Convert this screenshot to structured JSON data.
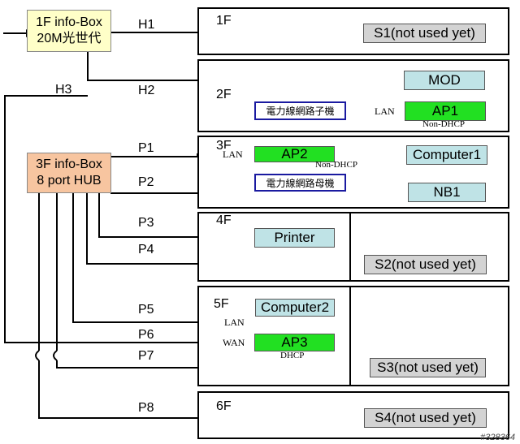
{
  "floors": {
    "f1": "1F",
    "f2": "2F",
    "f3": "3F",
    "f4": "4F",
    "f5": "5F",
    "f6": "6F"
  },
  "boxes": {
    "info_box_1f_line1": "1F info-Box",
    "info_box_1f_line2": "20M光世代",
    "info_box_3f_line1": "3F info-Box",
    "info_box_3f_line2": "8 port HUB"
  },
  "devices": {
    "s1": "S1(not used yet)",
    "mod": "MOD",
    "ap1": "AP1",
    "ap2": "AP2",
    "ap3": "AP3",
    "computer1": "Computer1",
    "computer2": "Computer2",
    "nb1": "NB1",
    "printer": "Printer",
    "s2": "S2(not used yet)",
    "s3": "S3(not used yet)",
    "s4": "S4(not used yet)",
    "plc_child": "電力線網路子機",
    "plc_parent": "電力線網路母機"
  },
  "ports": {
    "h1": "H1",
    "h2": "H2",
    "h3": "H3",
    "p1": "P1",
    "p2": "P2",
    "p3": "P3",
    "p4": "P4",
    "p5": "P5",
    "p6": "P6",
    "p7": "P7",
    "p8": "P8"
  },
  "tags": {
    "lan_2f": "LAN",
    "non_dhcp_ap1": "Non-DHCP",
    "lan_3f": "LAN",
    "non_dhcp_ap2": "Non-DHCP",
    "lan_5f": "LAN",
    "wan_5f": "WAN",
    "dhcp_ap3": "DHCP"
  },
  "watermark": "#328364"
}
